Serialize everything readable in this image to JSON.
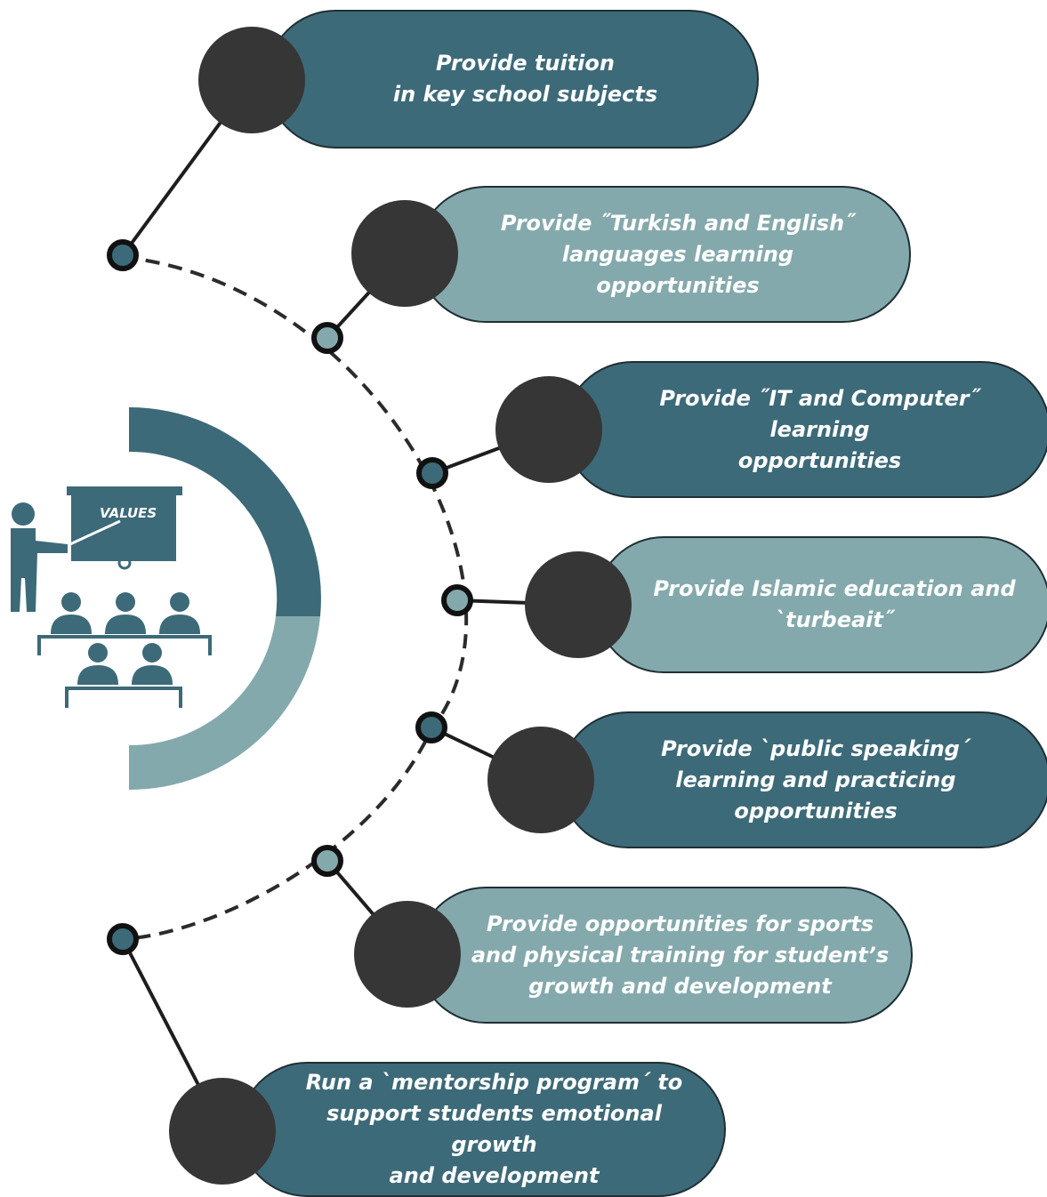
{
  "colors": {
    "dark": "#3d6a78",
    "light": "#84a9ac",
    "circle": "#363636",
    "line": "#1e1e1e"
  },
  "board": {
    "title": "VALUES"
  },
  "values": [
    {
      "text": "Provide tuition\nin key school subjects",
      "tone": "dark"
    },
    {
      "text": "Provide ˝Turkish and English˝\nlanguages learning\nopportunities",
      "tone": "light"
    },
    {
      "text": "Provide ˝IT and Computer˝ learning\nopportunities",
      "tone": "dark"
    },
    {
      "text": "Provide Islamic education and\nˋturbeait˝",
      "tone": "light"
    },
    {
      "text": "Provide ˋpublic speakingˊ\nlearning and practicing\nopportunities",
      "tone": "dark"
    },
    {
      "text": "Provide opportunities for sports\nand physical training for studentʼs\ngrowth and development",
      "tone": "light"
    },
    {
      "text": "Run a ˋmentorship programˊ to\nsupport students emotional growth\nand development",
      "tone": "dark"
    }
  ]
}
